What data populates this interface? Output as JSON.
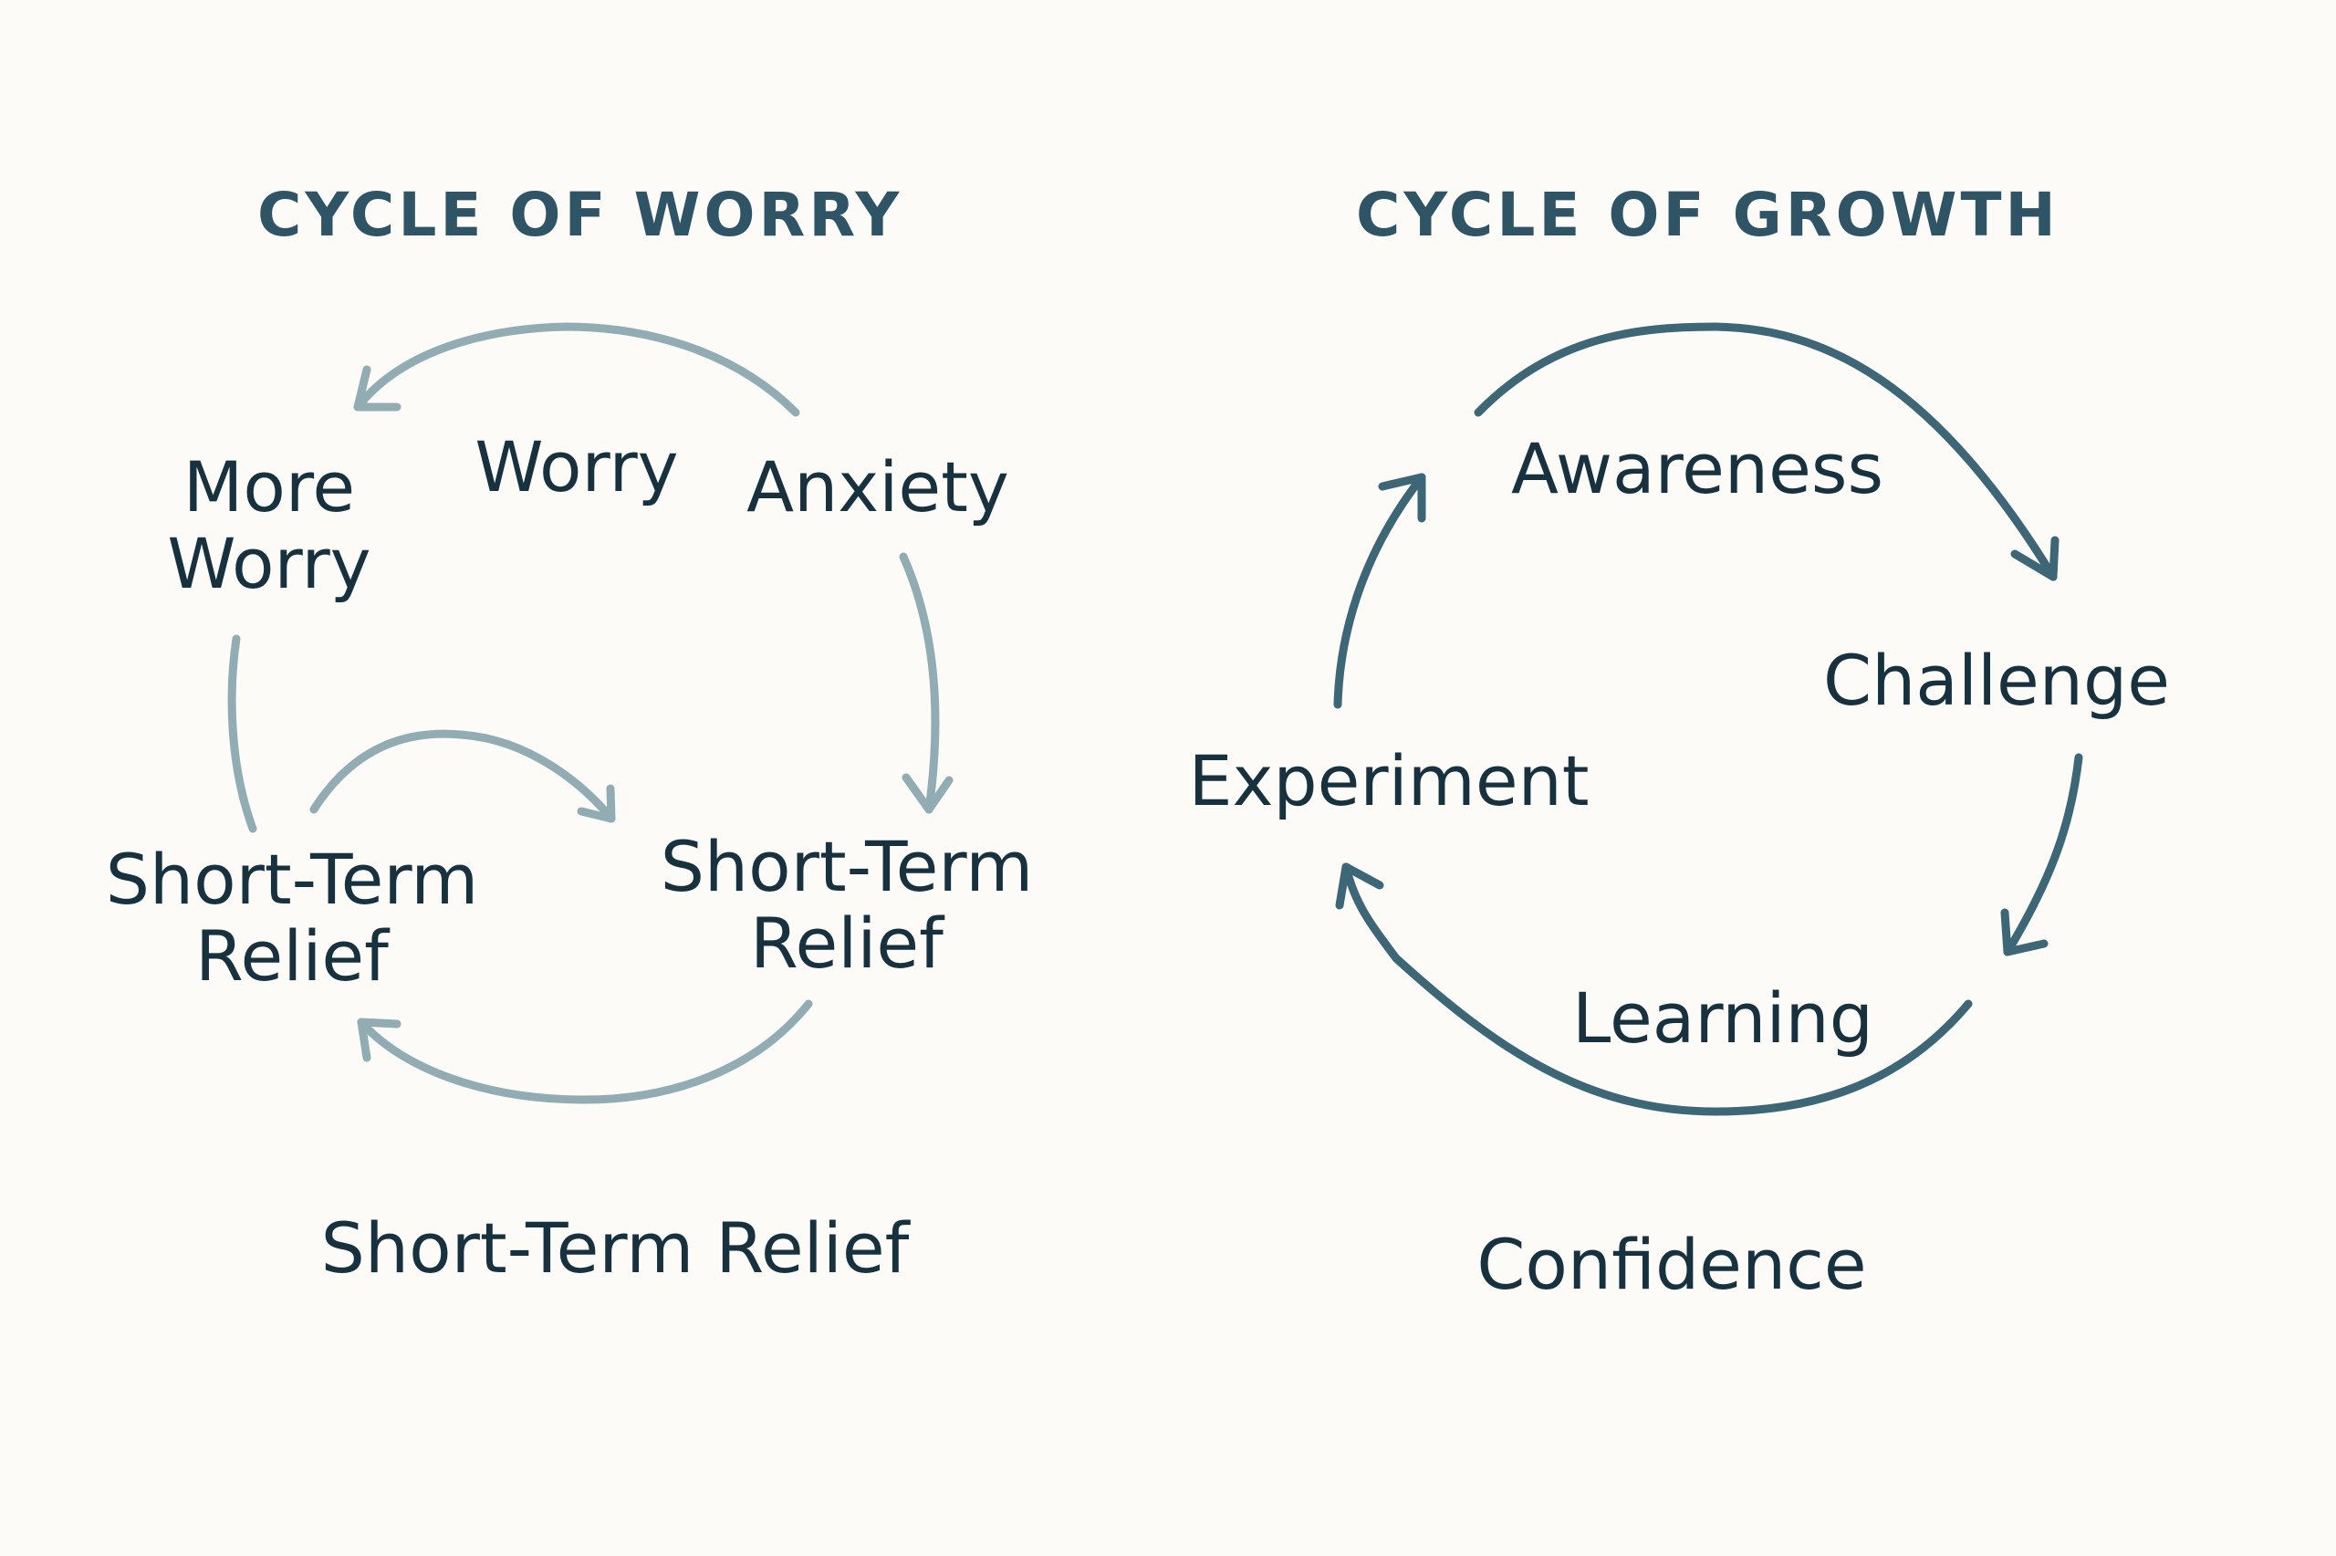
{
  "colors": {
    "background": "#fdfbf7",
    "title": "#2e5466",
    "label": "#17313f",
    "worry_arrow": "#92acb4",
    "growth_arrow": "#3d6677"
  },
  "worry_cycle": {
    "title": "CYCLE OF WORRY",
    "nodes": {
      "more_worry": [
        "More",
        "Worry"
      ],
      "worry": "Worry",
      "anxiety": "Anxiety",
      "relief_left": [
        "Short-Term",
        "Relief"
      ],
      "relief_right": [
        "Short-Term",
        "Relief"
      ]
    },
    "caption": "Short-Term Relief",
    "arrows": [
      {
        "from": "anxiety",
        "to": "more_worry",
        "icon": "curved-arrow-icon"
      },
      {
        "from": "anxiety",
        "to": "relief_right",
        "icon": "curved-arrow-icon"
      },
      {
        "from": "relief_left",
        "to": "relief_right",
        "icon": "curved-arrow-icon"
      },
      {
        "from": "relief_right",
        "to": "relief_left",
        "icon": "curved-arrow-icon"
      },
      {
        "from": "relief_left",
        "to": "more_worry",
        "icon": "curved-line-icon"
      }
    ]
  },
  "growth_cycle": {
    "title": "CYCLE OF GROWTH",
    "nodes": {
      "awareness": "Awareness",
      "challenge": "Challenge",
      "learning": "Learning",
      "experiment": "Experiment"
    },
    "caption": "Confidence",
    "arrows": [
      {
        "from": "awareness",
        "to": "challenge",
        "icon": "curved-arrow-icon"
      },
      {
        "from": "challenge",
        "to": "learning",
        "icon": "curved-arrow-icon"
      },
      {
        "from": "learning",
        "to": "experiment",
        "icon": "curved-arrow-icon"
      },
      {
        "from": "experiment",
        "to": "awareness",
        "icon": "curved-arrow-icon"
      }
    ]
  }
}
